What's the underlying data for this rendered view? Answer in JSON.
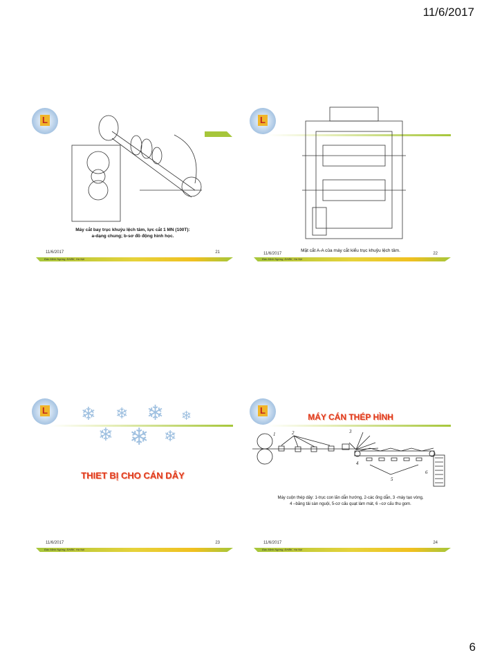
{
  "page_header_date": "11/6/2017",
  "page_number": "6",
  "footer_author": "Đào Minh Ngừng, ĐHBK, Hà Nội",
  "slides": [
    {
      "date": "11/6/2017",
      "number": "21",
      "caption_line1": "Máy cắt bay trục khuỷu lệch tâm, lực cắt 1 MN (100T):",
      "caption_line2": "a-dạng chung; b-sơ đồ động hình học."
    },
    {
      "date": "11/6/2017",
      "number": "22",
      "caption_line1": "Mặt cắt A-A của máy cắt kiểu trục khuỷu lệch tâm."
    },
    {
      "date": "11/6/2017",
      "number": "23",
      "title": "THIET BỊ CHO CÁN DÂY"
    },
    {
      "date": "11/6/2017",
      "number": "24",
      "title": "MÁY CÁN THÉP HÌNH",
      "caption_line1": "Máy cuộn thép dây: 1-trục con lăn dẫn hướng, 2-các ống dẫn, 3 -máy tạo vòng,",
      "caption_line2": "4 –băng tải sàn nguội, 5-cơ cấu quạt làm mát, 6 –cơ cấu thu gom.",
      "diagram_labels": [
        "1",
        "2",
        "3",
        "4",
        "5",
        "6"
      ]
    }
  ],
  "logo_letter": "L",
  "colors": {
    "title_red": "#e03a1c",
    "bar_green": "#a6c63a",
    "bar_yellow": "#f0c020"
  }
}
